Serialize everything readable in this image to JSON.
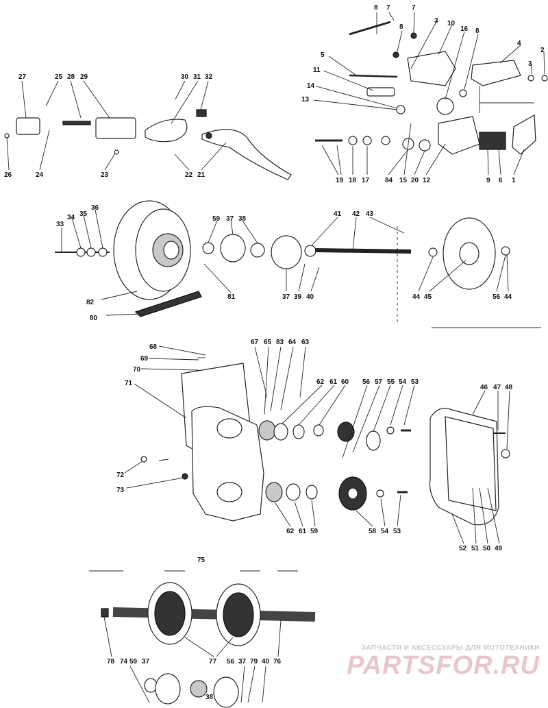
{
  "watermark": {
    "tagline": "ЗАПЧАСТИ И АКСЕССУАРЫ ДЛЯ МОТОТЕХНИКИ",
    "brand": "PARTSFOR.RU"
  },
  "callouts": {
    "c1": "1",
    "c3a": "3",
    "c3b": "3",
    "c2": "2",
    "c4": "4",
    "c5": "5",
    "c6": "6",
    "c7a": "7",
    "c7b": "7",
    "c8a": "8",
    "c8b": "8",
    "c8c": "8",
    "c9": "9",
    "c10": "10",
    "c11": "11",
    "c12": "12",
    "c13": "13",
    "c14": "14",
    "c15": "15",
    "c16": "16",
    "c17": "17",
    "c18": "18",
    "c19": "19",
    "c20": "20",
    "c21": "21",
    "c22": "22",
    "c23": "23",
    "c24": "24",
    "c25": "25",
    "c26": "26",
    "c27": "27",
    "c28": "28",
    "c29": "29",
    "c30": "30",
    "c31": "31",
    "c32": "32",
    "c33": "33",
    "c34": "34",
    "c35": "35",
    "c36": "36",
    "c37a": "37",
    "c37b": "37",
    "c37c": "37",
    "c37d": "37",
    "c38a": "38",
    "c38b": "38",
    "c39": "39",
    "c40a": "40",
    "c40b": "40",
    "c41": "41",
    "c42": "42",
    "c43": "43",
    "c44a": "44",
    "c44b": "44",
    "c45": "45",
    "c46": "46",
    "c47": "47",
    "c48": "48",
    "c49": "49",
    "c50": "50",
    "c51": "51",
    "c52": "52",
    "c53a": "53",
    "c53b": "53",
    "c54a": "54",
    "c54b": "54",
    "c55": "55",
    "c56a": "56",
    "c56b": "56",
    "c57": "57",
    "c58": "58",
    "c59a": "59",
    "c59b": "59",
    "c59c": "59",
    "c60": "60",
    "c61a": "61",
    "c61b": "61",
    "c62a": "62",
    "c62b": "62",
    "c63": "63",
    "c64": "64",
    "c65": "65",
    "c67": "67",
    "c68": "68",
    "c69": "69",
    "c70": "70",
    "c71": "71",
    "c72": "72",
    "c73": "73",
    "c74": "74",
    "c75": "75",
    "c76": "76",
    "c77": "77",
    "c78": "78",
    "c79": "79",
    "c80": "80",
    "c81": "81",
    "c82": "82",
    "c83": "83",
    "c84": "84"
  }
}
